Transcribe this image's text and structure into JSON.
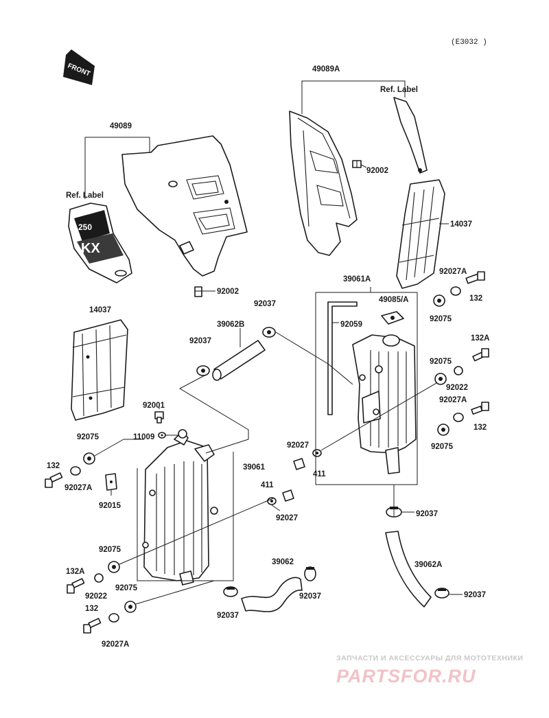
{
  "diagram_code": "(E3032 )",
  "front_tag": "FRONT",
  "decal_text": {
    "size": "250",
    "model": "KX"
  },
  "labels": {
    "p49089": "49089",
    "p49089A": "49089A",
    "ref_label_left": "Ref. Label",
    "ref_label_right": "Ref. Label",
    "p92002_top": "92002",
    "p92002_left": "92002",
    "p14037_right": "14037",
    "p14037_left": "14037",
    "p92027A_r1": "92027A",
    "p132_r1": "132",
    "p39061A": "39061A",
    "p49085A": "49085/A",
    "p92075_r1": "92075",
    "p92037_hose_top": "92037",
    "p39062B": "39062B",
    "p92037_hose_left": "92037",
    "p92059": "92059",
    "p132A_r": "132A",
    "p92075_r2": "92075",
    "p92022_r": "92022",
    "p92027A_r2": "92027A",
    "p132_r2": "132",
    "p92075_r3": "92075",
    "p92001": "92001",
    "p11009": "11009",
    "p92075_l1": "92075",
    "p39061": "39061",
    "p92027_mid": "92027",
    "p411_mid": "411",
    "p132_l1": "132",
    "p92027A_l1": "92027A",
    "p92015": "92015",
    "p411_c": "411",
    "p92027_c": "92027",
    "p92037_r_clamp": "92037",
    "p92075_l2": "92075",
    "p39062": "39062",
    "p39062A": "39062A",
    "p132A_l": "132A",
    "p92022_l": "92022",
    "p92075_l3": "92075",
    "p92037_b1": "92037",
    "p92037_b2": "92037",
    "p92037_b3": "92037",
    "p132_l2": "132",
    "p92027A_l2": "92027A"
  },
  "watermark": {
    "line1": "ЗАПЧАСТИ И АКСЕССУАРЫ ДЛЯ МОТОТЕХНИКИ",
    "line2": "PARTSFOR.RU"
  }
}
